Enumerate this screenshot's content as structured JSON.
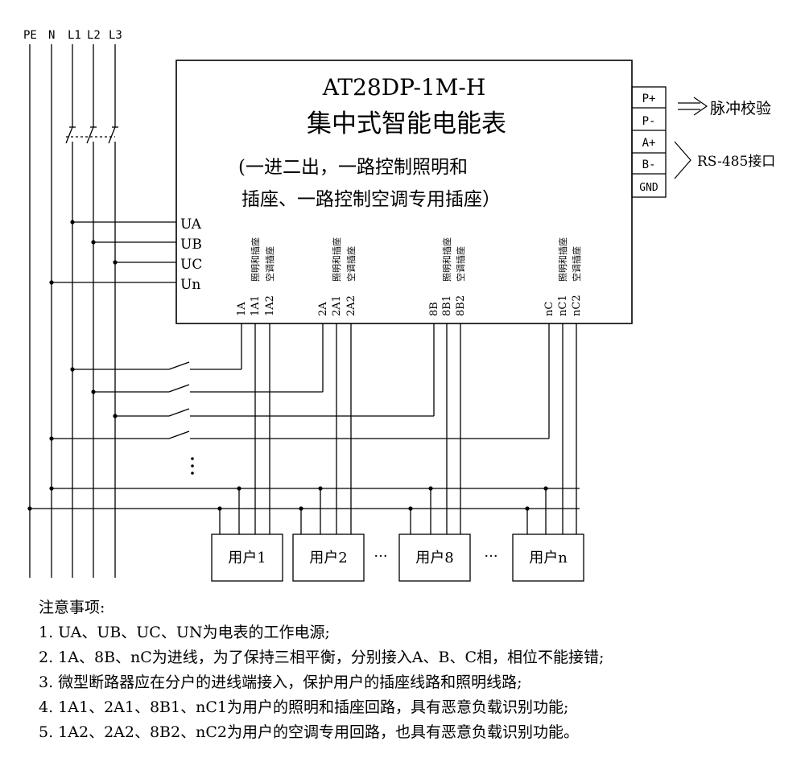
{
  "meter": {
    "model": "AT28DP-1M-H",
    "name": "集中式智能电能表",
    "desc_line1": "(一进二出，一路控制照明和",
    "desc_line2": "插座、一路控制空调专用插座）"
  },
  "bus_labels": [
    "PE",
    "N",
    "L1",
    "L2",
    "L3"
  ],
  "supply_terminals": [
    "UA",
    "UB",
    "UC",
    "Un"
  ],
  "side_terminals": [
    "P+",
    "P-",
    "A+",
    "B-",
    "GND"
  ],
  "pulse_label": "脉冲校验",
  "rs485_label": "RS-485接口",
  "output_groups": [
    {
      "in": "1A",
      "out1": "1A1",
      "out2": "1A2",
      "label1": "照明和插座",
      "label2": "空调插座"
    },
    {
      "in": "2A",
      "out1": "2A1",
      "out2": "2A2",
      "label1": "照明和插座",
      "label2": "空调插座"
    },
    {
      "in": "8B",
      "out1": "8B1",
      "out2": "8B2",
      "label1": "照明和插座",
      "label2": "空调插座"
    },
    {
      "in": "nC",
      "out1": "nC1",
      "out2": "nC2",
      "label1": "照明和插座",
      "label2": "空调插座"
    }
  ],
  "users": [
    "用户1",
    "用户2",
    "用户8",
    "用户n"
  ],
  "ellipsis": "···",
  "notes": {
    "title": "注意事项:",
    "items": [
      "1. UA、UB、UC、UN为电表的工作电源;",
      "2. 1A、8B、nC为进线，为了保持三相平衡，分别接入A、B、C相，相位不能接错;",
      "3. 微型断路器应在分户的进线端接入，保护用户的插座线路和照明线路;",
      "4. 1A1、2A1、8B1、nC1为用户的照明和插座回路，具有恶意负载识别功能;",
      "5. 1A2、2A2、8B2、nC2为用户的空调专用回路，也具有恶意负载识别功能。"
    ]
  }
}
